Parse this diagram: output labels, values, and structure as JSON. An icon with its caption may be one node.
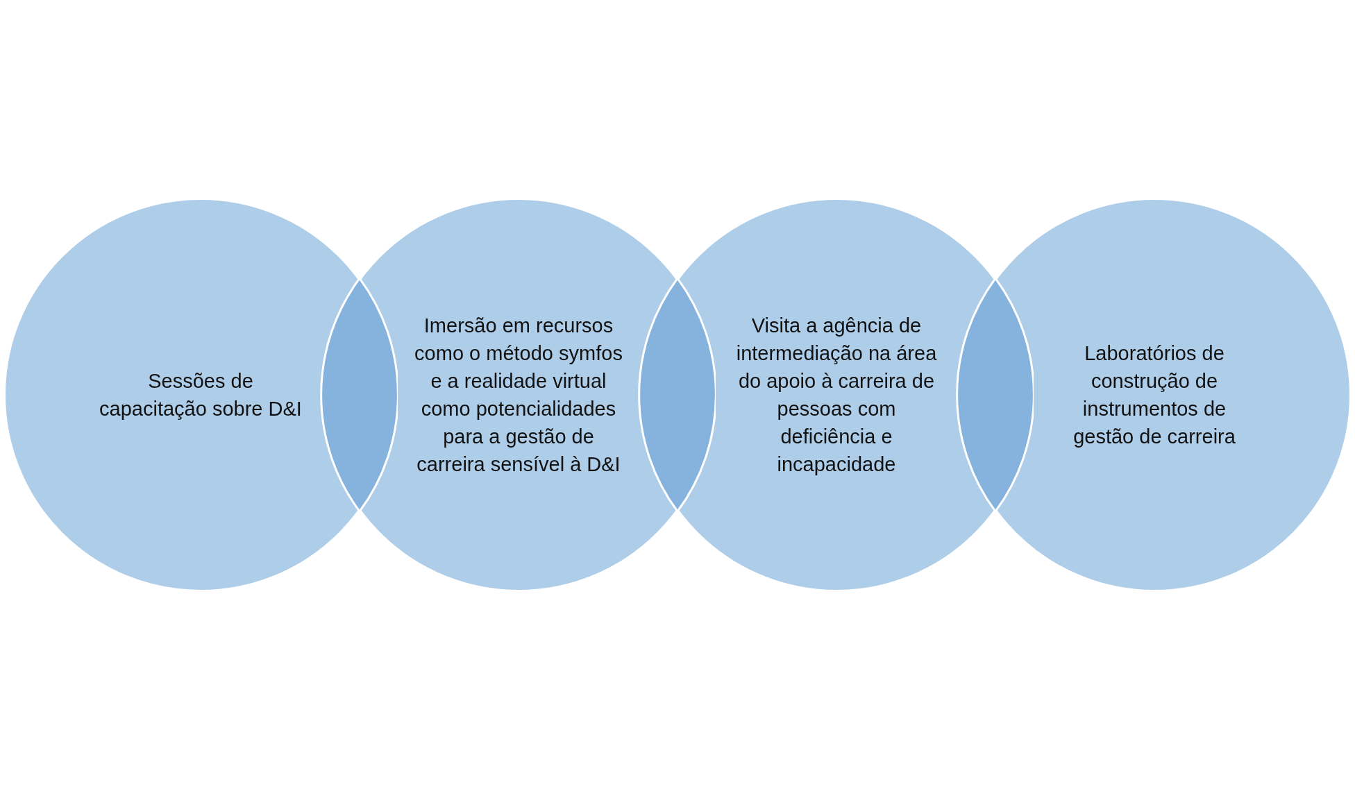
{
  "diagram": {
    "nodes": [
      {
        "text": [
          "Sessões de capacitação sobre D&I"
        ]
      },
      {
        "text": [
          "Imersão em recursos como o método symfos e a realidade virtual como potencialidades para a gestão de carreira sensível à D&I"
        ]
      },
      {
        "text": [
          "Visita a agência de intermediação na área do apoio à carreira de pessoas com deficiência e incapacidade"
        ]
      },
      {
        "text": [
          "Laboratórios de construção de instrumentos de gestão de carreira"
        ]
      }
    ],
    "edges": []
  }
}
